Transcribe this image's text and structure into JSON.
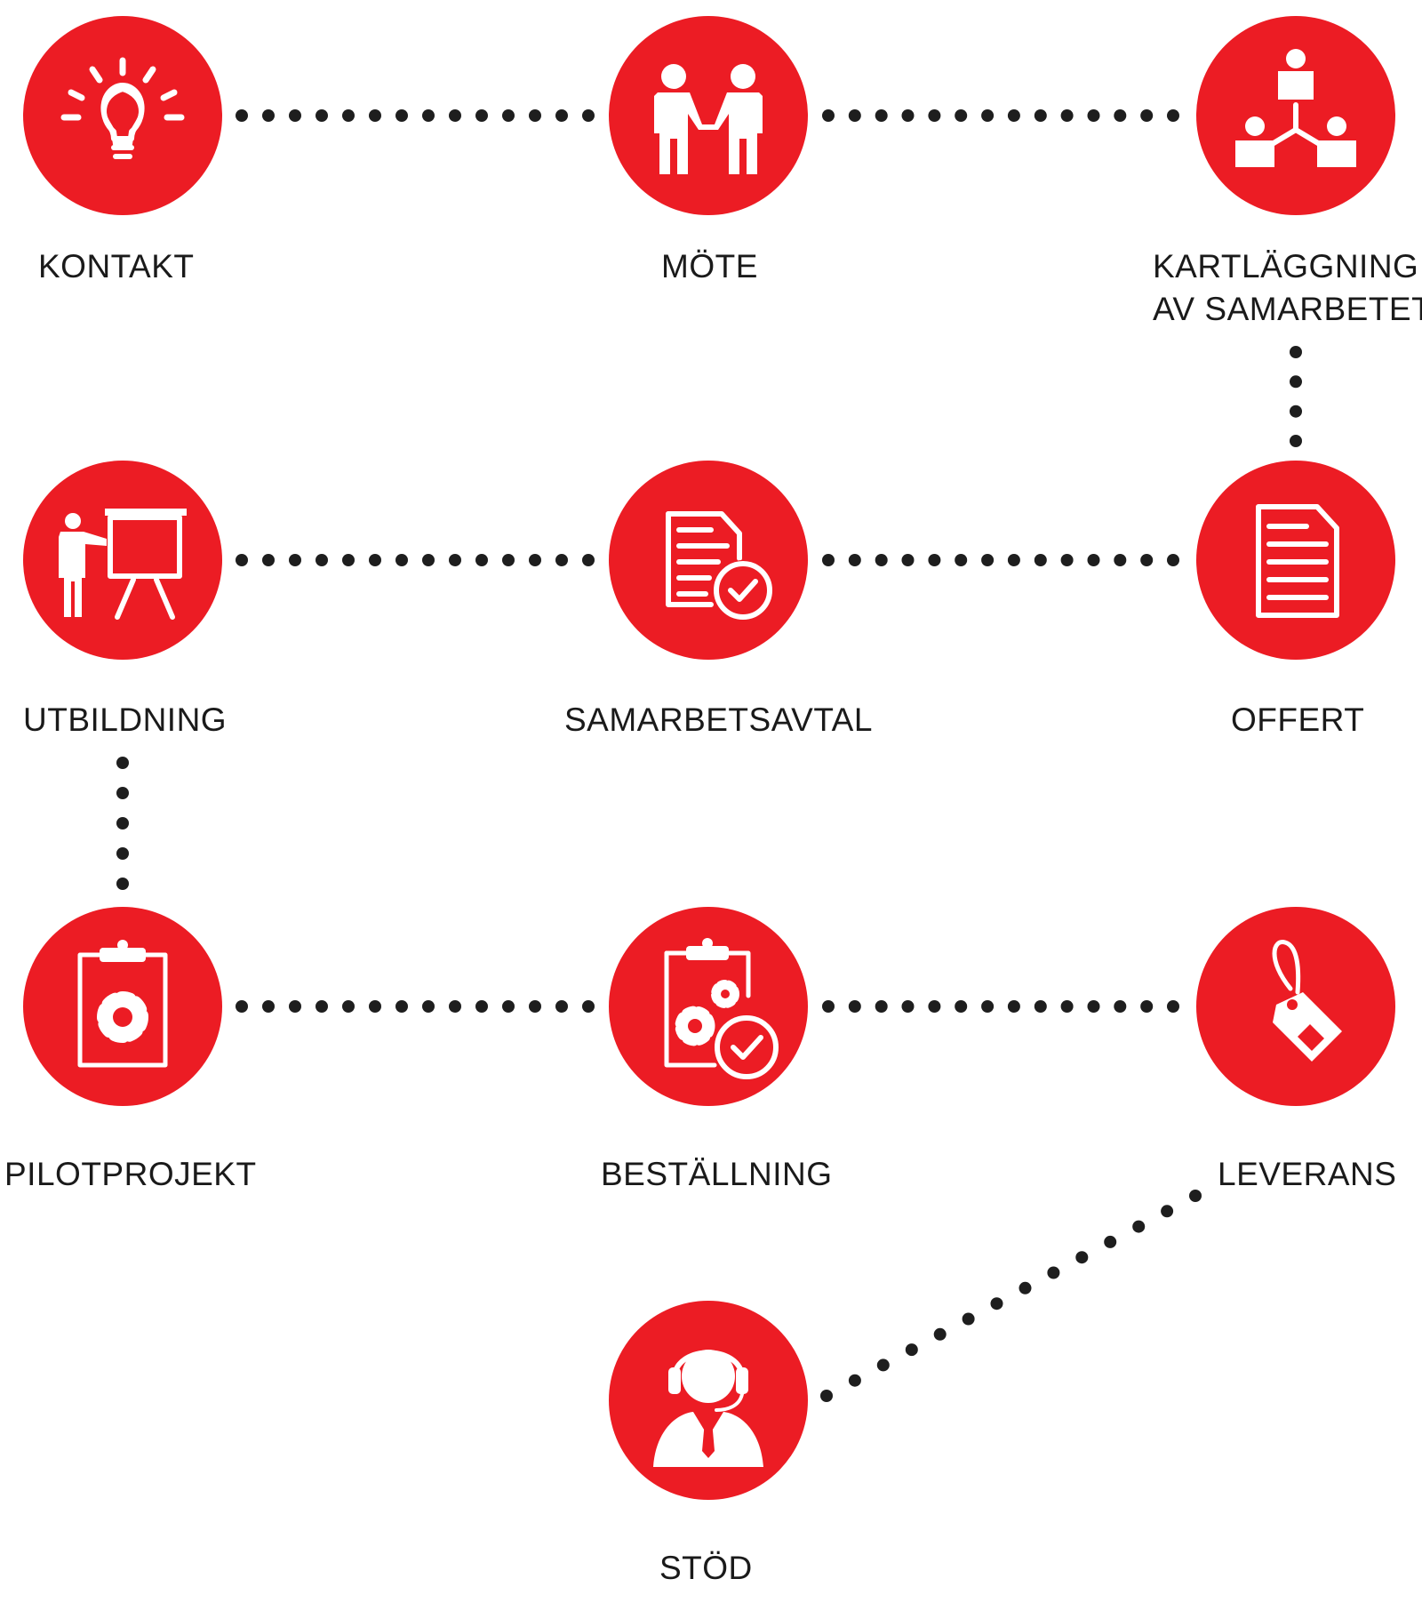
{
  "colors": {
    "node": "#ec1c24",
    "dot": "#1e1e1e",
    "text": "#1a1a1a"
  },
  "steps": [
    {
      "id": "kontakt",
      "label": "KONTAKT",
      "icon": "lightbulb-icon"
    },
    {
      "id": "mote",
      "label": "MÖTE",
      "icon": "handshake-icon"
    },
    {
      "id": "kartlaggning",
      "label": "KARTLÄGGNING\nAV SAMARBETET",
      "icon": "org-chart-icon"
    },
    {
      "id": "offert",
      "label": "OFFERT",
      "icon": "document-icon"
    },
    {
      "id": "samarbetsavtal",
      "label": "SAMARBETSAVTAL",
      "icon": "document-check-icon"
    },
    {
      "id": "utbildning",
      "label": "UTBILDNING",
      "icon": "presentation-icon"
    },
    {
      "id": "pilotprojekt",
      "label": "PILOTPROJEKT",
      "icon": "clipboard-gear-icon"
    },
    {
      "id": "bestallning",
      "label": "BESTÄLLNING",
      "icon": "clipboard-gears-check-icon"
    },
    {
      "id": "leverans",
      "label": "LEVERANS",
      "icon": "tag-icon"
    },
    {
      "id": "stod",
      "label": "STÖD",
      "icon": "headset-support-icon"
    }
  ]
}
